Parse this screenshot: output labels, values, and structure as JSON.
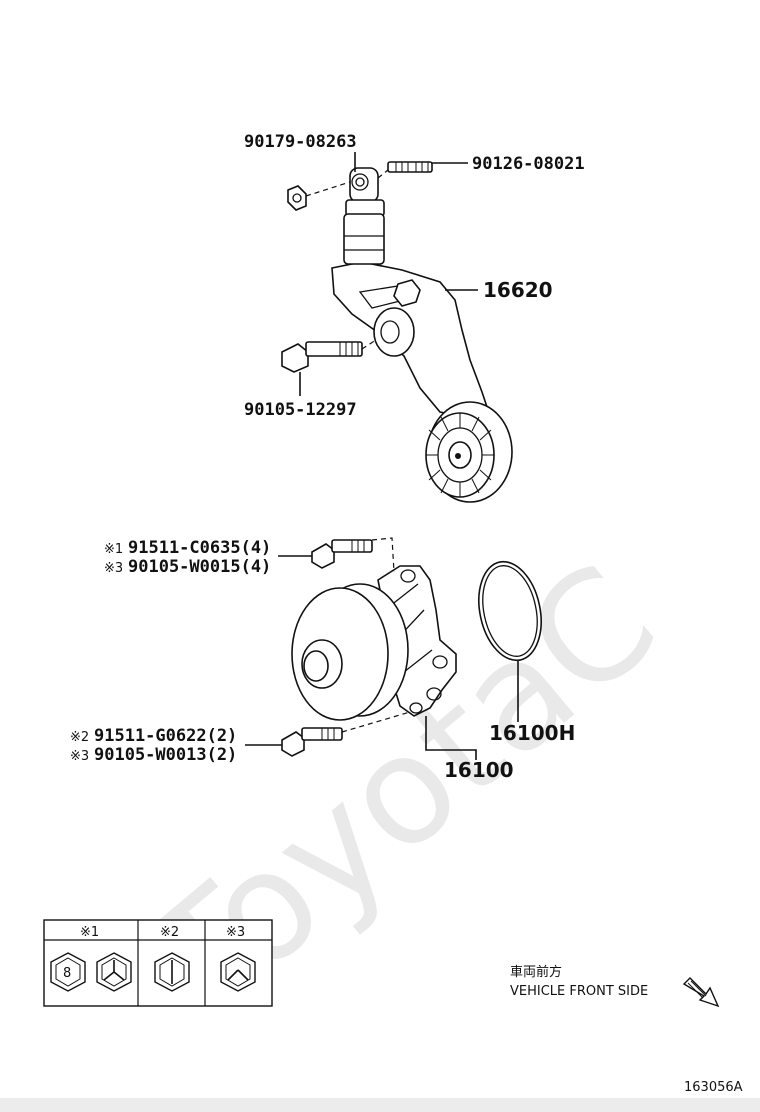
{
  "watermark": "ToyotaC",
  "callouts": {
    "nut": "90179-08263",
    "stud": "90126-08021",
    "tensioner": "16620",
    "tensioner_bolt": "90105-12297",
    "bolt_a_1": "91511-C0635(4)",
    "bolt_a_2": "90105-W0015(4)",
    "bolt_b_1": "91511-G0622(2)",
    "bolt_b_2": "90105-W0013(2)",
    "gasket": "16100H",
    "water_pump": "16100"
  },
  "marks": {
    "m1": "※1",
    "m2": "※2",
    "m3": "※3"
  },
  "legend": {
    "header_1": "※1",
    "header_2": "※2",
    "header_3": "※3",
    "bolt_grade": "8"
  },
  "front_side": {
    "japanese": "車両前方",
    "english": "VEHICLE FRONT SIDE"
  },
  "diagram_id": "163056A"
}
